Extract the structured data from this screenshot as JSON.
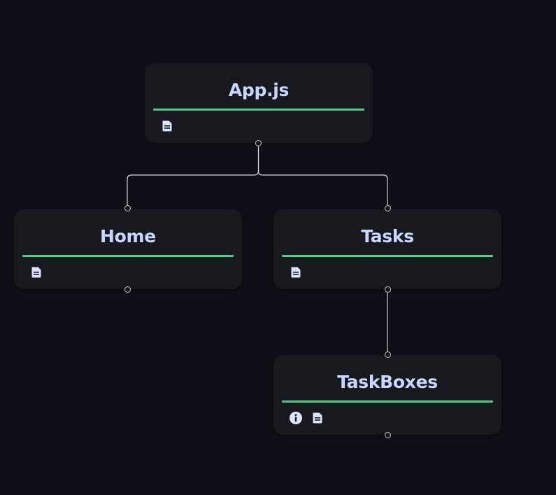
{
  "colors": {
    "background": "#0f0f17",
    "node_fill": "#18181f",
    "title_text": "#c9d6ff",
    "underline_accent": "#49cf88",
    "edge": "#d6d6d6",
    "icon": "#dce4ff"
  },
  "nodes": [
    {
      "id": "app",
      "label": "App.js",
      "icons": [
        "document-icon"
      ]
    },
    {
      "id": "home",
      "label": "Home",
      "icons": [
        "document-icon"
      ]
    },
    {
      "id": "tasks",
      "label": "Tasks",
      "icons": [
        "document-icon"
      ]
    },
    {
      "id": "taskboxes",
      "label": "TaskBoxes",
      "icons": [
        "info-icon",
        "document-icon"
      ]
    }
  ],
  "edges": [
    {
      "from": "app",
      "to": "home"
    },
    {
      "from": "app",
      "to": "tasks"
    },
    {
      "from": "tasks",
      "to": "taskboxes"
    }
  ]
}
